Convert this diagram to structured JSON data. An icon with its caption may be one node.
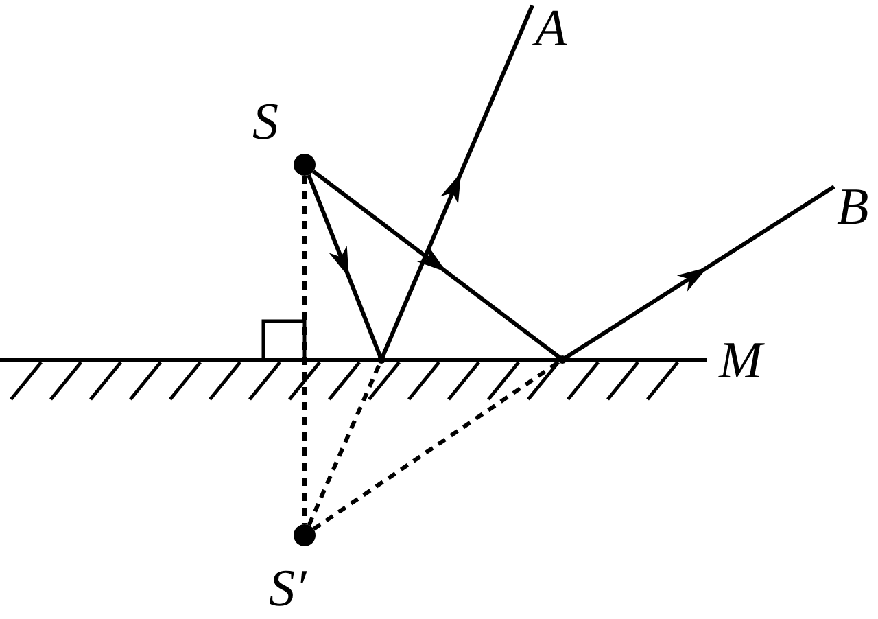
{
  "diagram": {
    "nodes": [
      {
        "text": [
          "S"
        ]
      },
      {
        "text": [
          "S′"
        ]
      },
      {
        "text": [],
        "shape": "point"
      },
      {
        "text": [],
        "shape": "point"
      },
      {
        "text": [
          "A"
        ]
      },
      {
        "text": [
          "B"
        ]
      }
    ],
    "edges": [
      {
        "from": 0,
        "to": 2,
        "arrow": "to"
      },
      {
        "from": 0,
        "to": 3,
        "arrow": "to"
      },
      {
        "from": 2,
        "to": 4,
        "arrow": "to"
      },
      {
        "from": 3,
        "to": 5,
        "arrow": "to"
      },
      {
        "from": 0,
        "to": 1,
        "arrow": "none",
        "style": "dashed"
      },
      {
        "from": 1,
        "to": 2,
        "arrow": "none",
        "style": "dashed"
      },
      {
        "from": 1,
        "to": 3,
        "arrow": "none",
        "style": "dashed"
      }
    ],
    "labels": [
      "M"
    ]
  }
}
